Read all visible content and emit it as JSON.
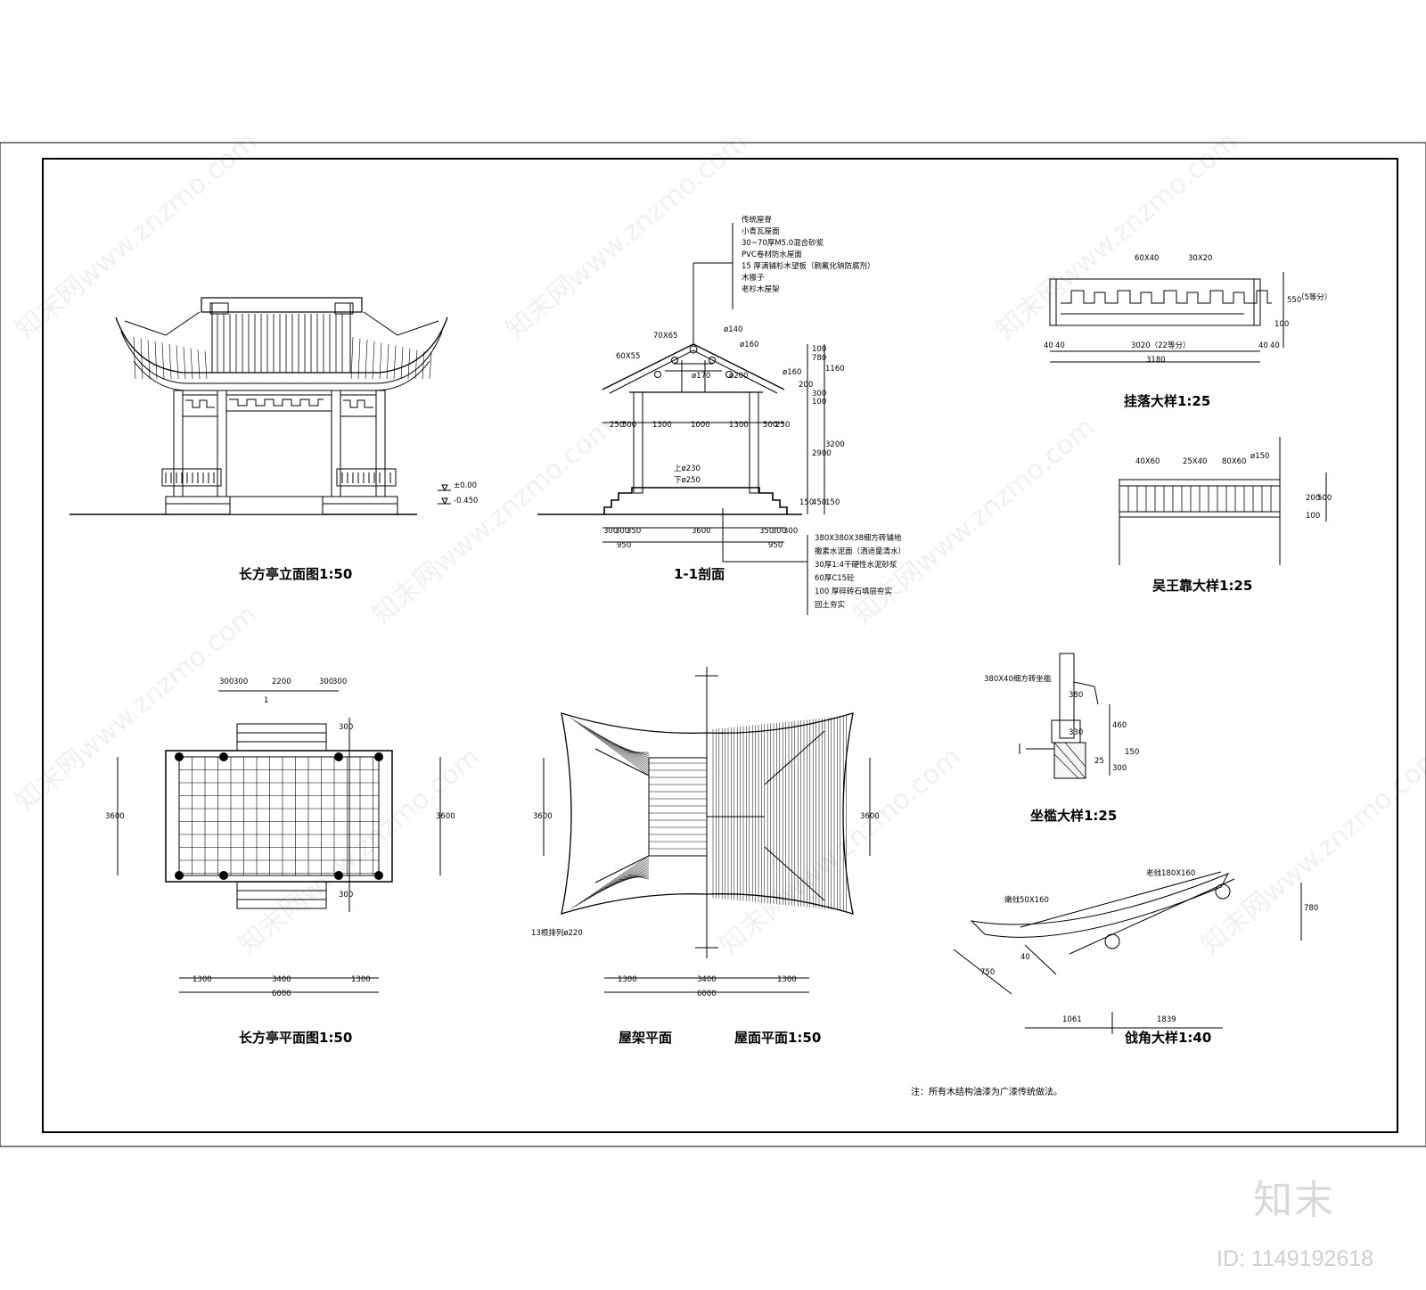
{
  "titles": {
    "elevation": "长方亭立面图1:50",
    "section": "1-1剖面",
    "hanging": "挂落大样1:25",
    "bench_back": "吴王靠大样1:25",
    "plan": "长方亭平面图1:50",
    "roof_frame": "屋架平面",
    "roof_plan": "屋面平面1:50",
    "seat": "坐槛大样1:25",
    "eave_corner": "戗角大样1:40"
  },
  "note": "注：所有木结构油漆为广漆传统做法。",
  "roof_layers": [
    "传统屋脊",
    "小青瓦屋面",
    "30~70厚M5.0混合砂浆",
    "PVC卷材防水屋面",
    "15 厚满铺杉木望板（刷氟化钠防腐剂）",
    "木椽子",
    "老杉木屋架"
  ],
  "floor_layers": [
    "380X380X38细方砖铺地",
    "撒素水泥面（洒适量清水）",
    "30厚1:4干硬性水泥砂浆",
    "60厚C15砼",
    "100 厚碎砖石填层夯实",
    "回土夯实"
  ],
  "elevation_marks": {
    "level_top": "±0.00",
    "level_bottom": "-0.450"
  },
  "section_labels": {
    "rafter": "70X65",
    "purlin": "60X55",
    "d140": "ø140",
    "d160a": "ø160",
    "d170": "ø170",
    "d200": "ø200",
    "d160b": "ø160",
    "col_top": "上ø230",
    "col_bottom": "下ø250",
    "top_dims": [
      "250",
      "500",
      "1300",
      "1000",
      "1300",
      "500",
      "250"
    ],
    "bottom_dims": [
      "300",
      "300",
      "350",
      "3600",
      "350",
      "300",
      "300"
    ],
    "bottom_dims2": [
      "950",
      "950"
    ],
    "right_dims": [
      "100",
      "780",
      "1160",
      "200",
      "300",
      "100",
      "2900",
      "3200",
      "150",
      "450",
      "150"
    ]
  },
  "hanging_labels": {
    "a": "60X40",
    "b": "30X20",
    "c": "3020（22等分）",
    "d": "3180",
    "e": "40",
    "f": "40",
    "g": "40",
    "h": "40",
    "v1": "550",
    "v2": "100",
    "v3": "（5等分）"
  },
  "bench_labels": {
    "a": "40X60",
    "b": "25X40",
    "c": "80X60",
    "d": "ø150",
    "v1": "200",
    "v2": "500",
    "v3": "100"
  },
  "plan_labels": {
    "top": [
      "300",
      "300",
      "2200",
      "300",
      "300"
    ],
    "bottom": [
      "1300",
      "3400",
      "1300"
    ],
    "total": "6000",
    "left": "3600",
    "right": "3600",
    "steps": [
      "300",
      "300"
    ],
    "cut": "1"
  },
  "roof_labels": {
    "bottom": [
      "1300",
      "3400",
      "1300"
    ],
    "total": "6000",
    "left": "3600",
    "right": "3600",
    "note": "13根排列ø220"
  },
  "seat_labels": {
    "a": "380X40细方砖坐槛",
    "b": "380",
    "c": "330",
    "d": "460",
    "e": "150",
    "f": "300",
    "g": "25"
  },
  "corner_labels": {
    "a": "老戗180X160",
    "b": "嫩戗50X160",
    "c": "780",
    "d": "1061",
    "e": "1839",
    "f": "750",
    "g": "40"
  },
  "watermark": {
    "site": "知末网www.znzmo.com",
    "brand": "知末",
    "id": "ID: 1149192618"
  }
}
